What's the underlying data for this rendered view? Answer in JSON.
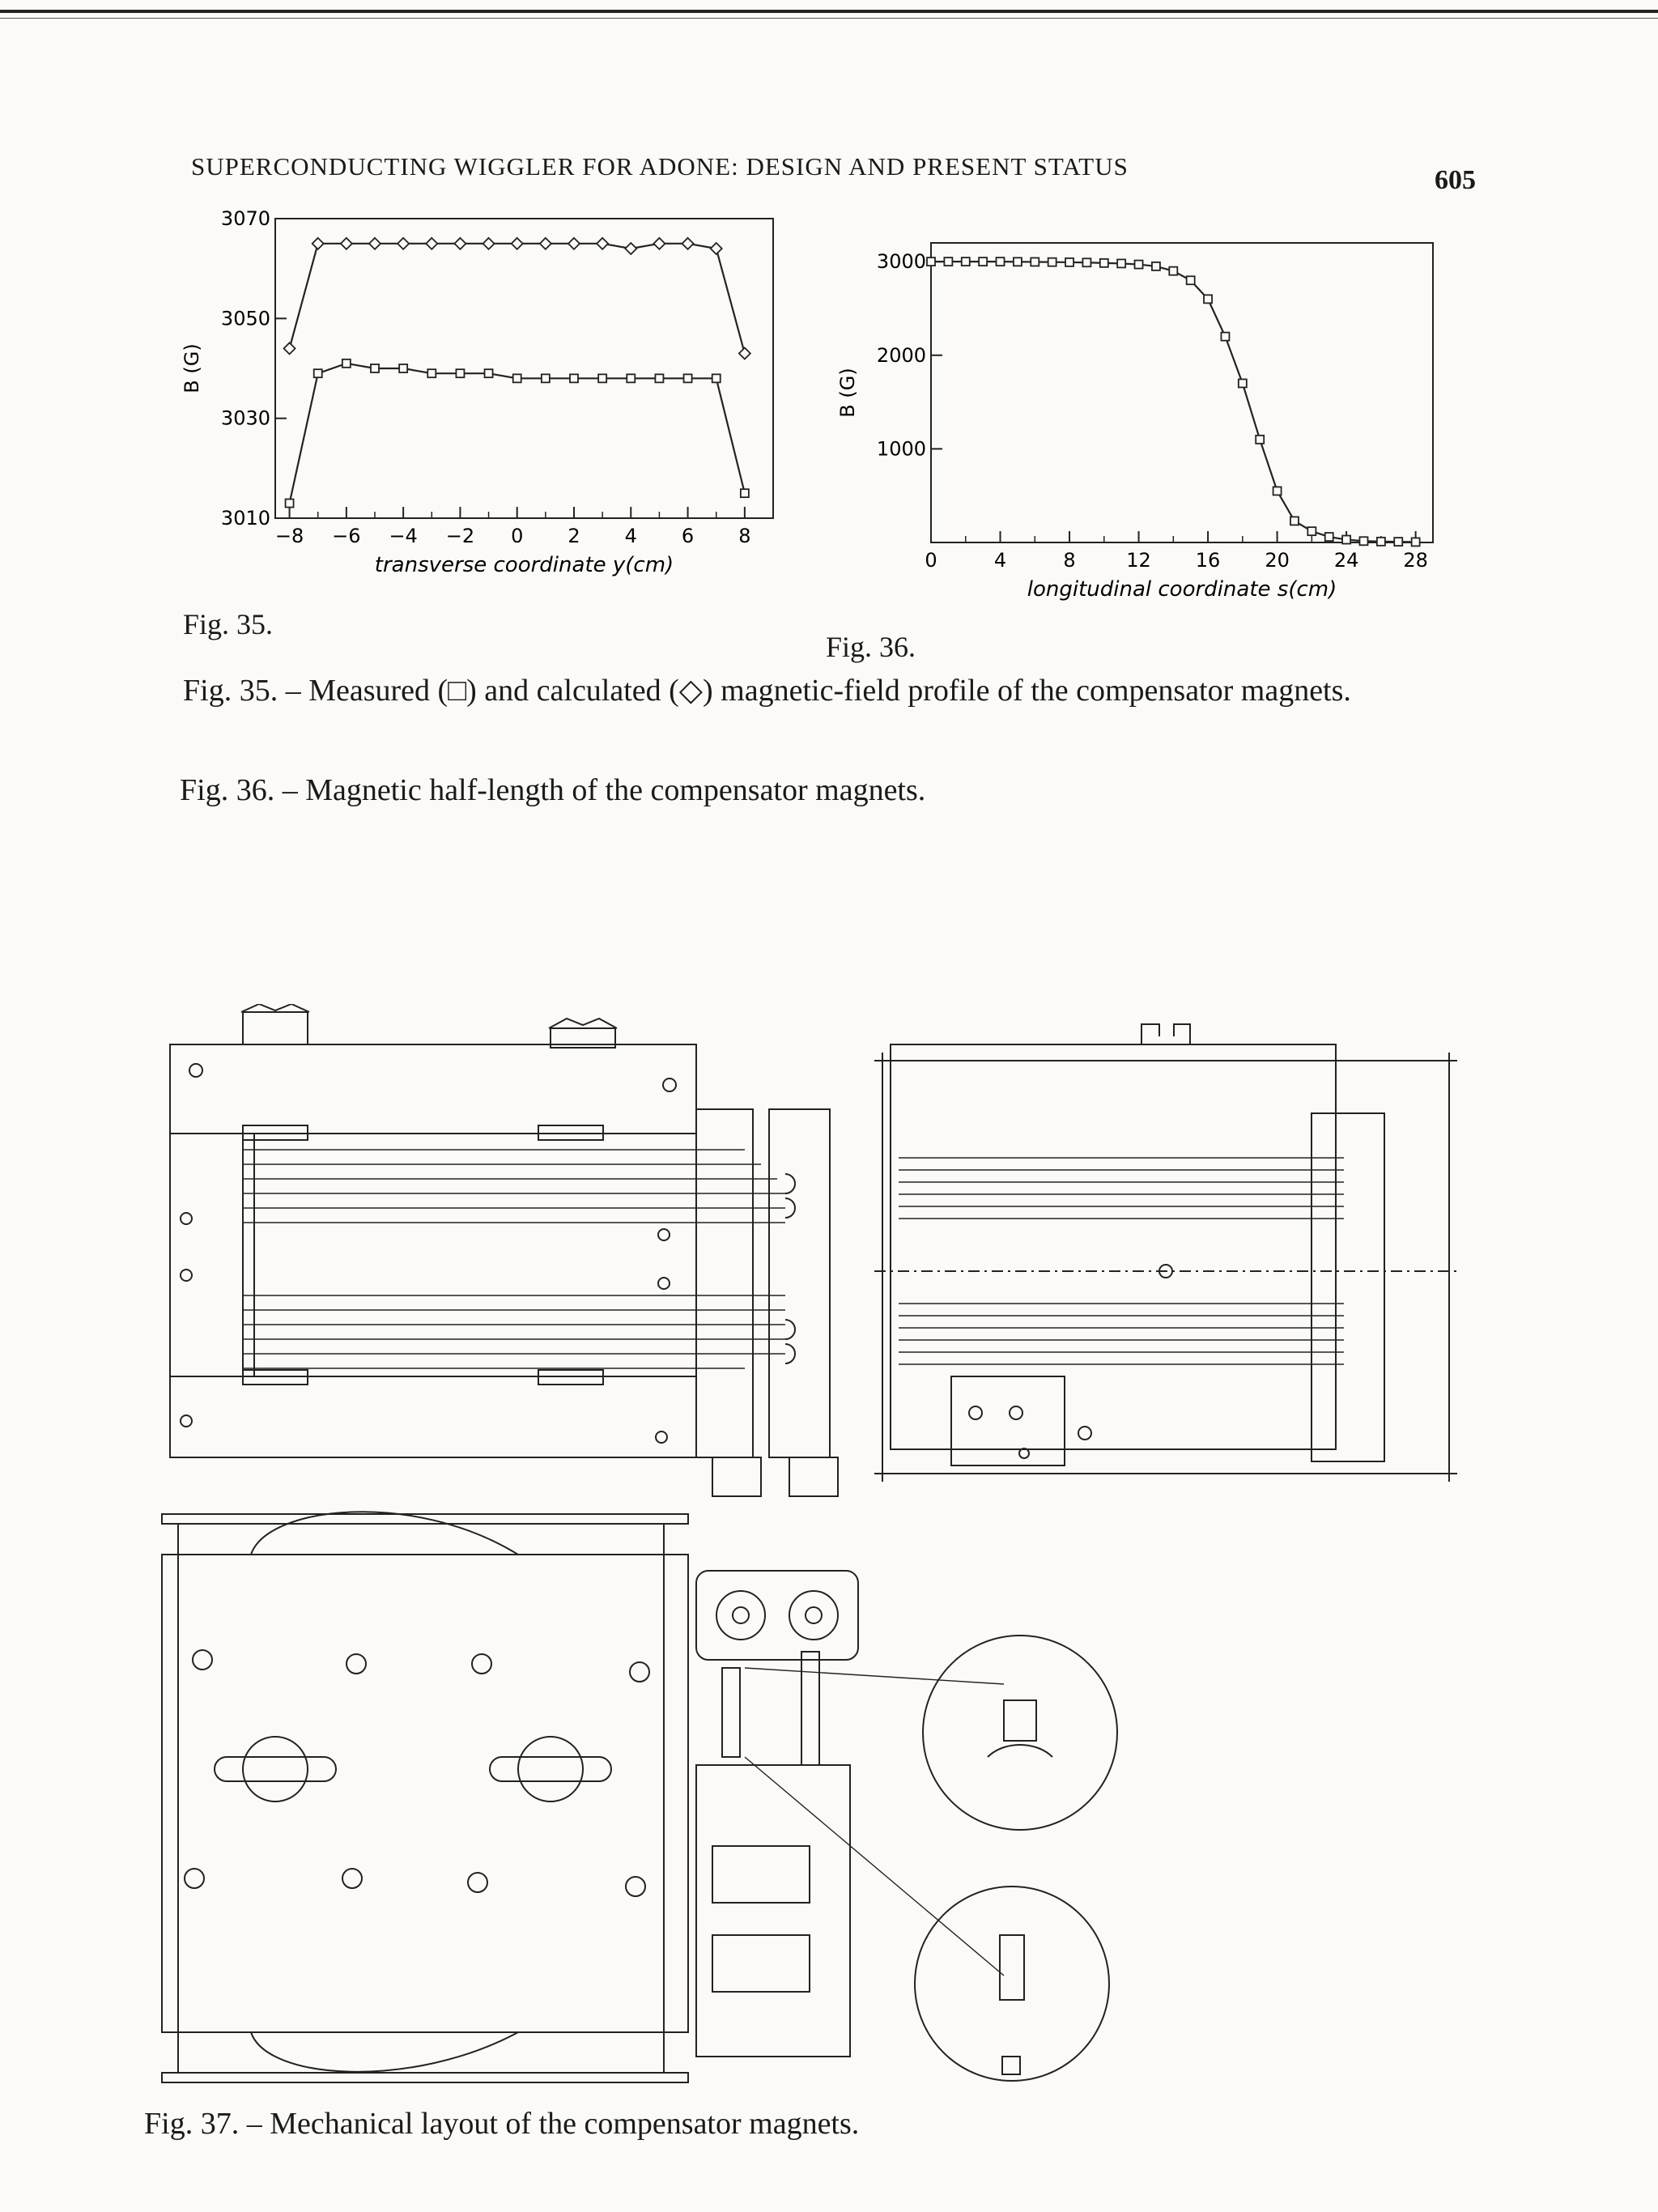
{
  "header": {
    "running_title": "SUPERCONDUCTING WIGGLER FOR ADONE: DESIGN AND PRESENT STATUS",
    "page_number": "605"
  },
  "figures": {
    "fig35_label": "Fig. 35.",
    "fig36_label": "Fig. 36.",
    "fig35_caption": "Fig. 35. – Measured (□) and calculated (◇) magnetic-field profile of the compensator magnets.",
    "fig36_caption": "Fig. 36. – Magnetic half-length of the compensator magnets.",
    "fig37_caption": "Fig. 37. – Mechanical layout of the compensator magnets."
  },
  "chart_data": [
    {
      "type": "line",
      "ylabel": "B (G)",
      "xlabel": "transverse coordinate y(cm)",
      "xlim": [
        -8.5,
        9
      ],
      "ylim": [
        3010,
        3070
      ],
      "x_ticks": [
        "−8",
        "−6",
        "−4",
        "−2",
        "0",
        "2",
        "4",
        "6",
        "8"
      ],
      "x_tick_values": [
        -8,
        -6,
        -4,
        -2,
        0,
        2,
        4,
        6,
        8
      ],
      "y_ticks": [
        "3010",
        "3030",
        "3050",
        "3070"
      ],
      "y_tick_values": [
        3010,
        3030,
        3050,
        3070
      ],
      "series": [
        {
          "marker": "diamond",
          "x": [
            -8,
            -7,
            -6,
            -5,
            -4,
            -3,
            -2,
            -1,
            0,
            1,
            2,
            3,
            4,
            5,
            6,
            7,
            8
          ],
          "values": [
            3044,
            3065,
            3065,
            3065,
            3065,
            3065,
            3065,
            3065,
            3065,
            3065,
            3065,
            3065,
            3064,
            3065,
            3065,
            3064,
            3043
          ]
        },
        {
          "marker": "square",
          "x": [
            -8,
            -7,
            -6,
            -5,
            -4,
            -3,
            -2,
            -1,
            0,
            1,
            2,
            3,
            4,
            5,
            6,
            7,
            8
          ],
          "values": [
            3013,
            3039,
            3041,
            3040,
            3040,
            3039,
            3039,
            3039,
            3038,
            3038,
            3038,
            3038,
            3038,
            3038,
            3038,
            3038,
            3015
          ]
        }
      ]
    },
    {
      "type": "line",
      "ylabel": "B (G)",
      "xlabel": "longitudinal coordinate s(cm)",
      "xlim": [
        0,
        29
      ],
      "ylim": [
        0,
        3200
      ],
      "x_ticks": [
        "0",
        "4",
        "8",
        "12",
        "16",
        "20",
        "24",
        "28"
      ],
      "x_tick_values": [
        0,
        4,
        8,
        12,
        16,
        20,
        24,
        28
      ],
      "y_ticks": [
        "1000",
        "2000",
        "3000"
      ],
      "y_tick_values": [
        1000,
        2000,
        3000
      ],
      "series": [
        {
          "marker": "square",
          "x": [
            0,
            1,
            2,
            3,
            4,
            5,
            6,
            7,
            8,
            9,
            10,
            11,
            12,
            13,
            14,
            15,
            16,
            17,
            18,
            19,
            20,
            21,
            22,
            23,
            24,
            25,
            26,
            27,
            28
          ],
          "values": [
            3000,
            3000,
            3000,
            3000,
            3000,
            2998,
            2997,
            2995,
            2993,
            2990,
            2985,
            2980,
            2970,
            2950,
            2900,
            2800,
            2600,
            2200,
            1700,
            1100,
            550,
            230,
            120,
            60,
            30,
            15,
            10,
            8,
            5
          ]
        }
      ]
    }
  ]
}
